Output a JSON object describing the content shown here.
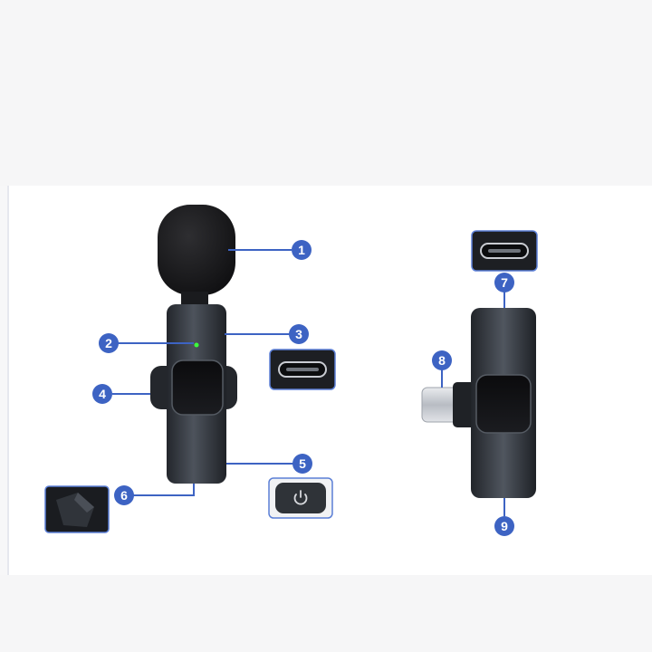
{
  "callouts": [
    {
      "n": "1",
      "part": "windscreen-foam"
    },
    {
      "n": "2",
      "part": "indicator-light"
    },
    {
      "n": "3",
      "part": "charging-port"
    },
    {
      "n": "4",
      "part": "clip"
    },
    {
      "n": "5",
      "part": "power-button"
    },
    {
      "n": "6",
      "part": "bottom-end"
    },
    {
      "n": "7",
      "part": "receiver-port"
    },
    {
      "n": "8",
      "part": "type-c-plug"
    },
    {
      "n": "9",
      "part": "receiver-bottom"
    }
  ],
  "colors": {
    "callout": "#3d63c3",
    "body_dark": "#2b2f36",
    "body_light": "#4a5059",
    "foam": "#1c1c1e",
    "indicator": "#3bff3b",
    "frame_blue": "#5b7fd6"
  }
}
